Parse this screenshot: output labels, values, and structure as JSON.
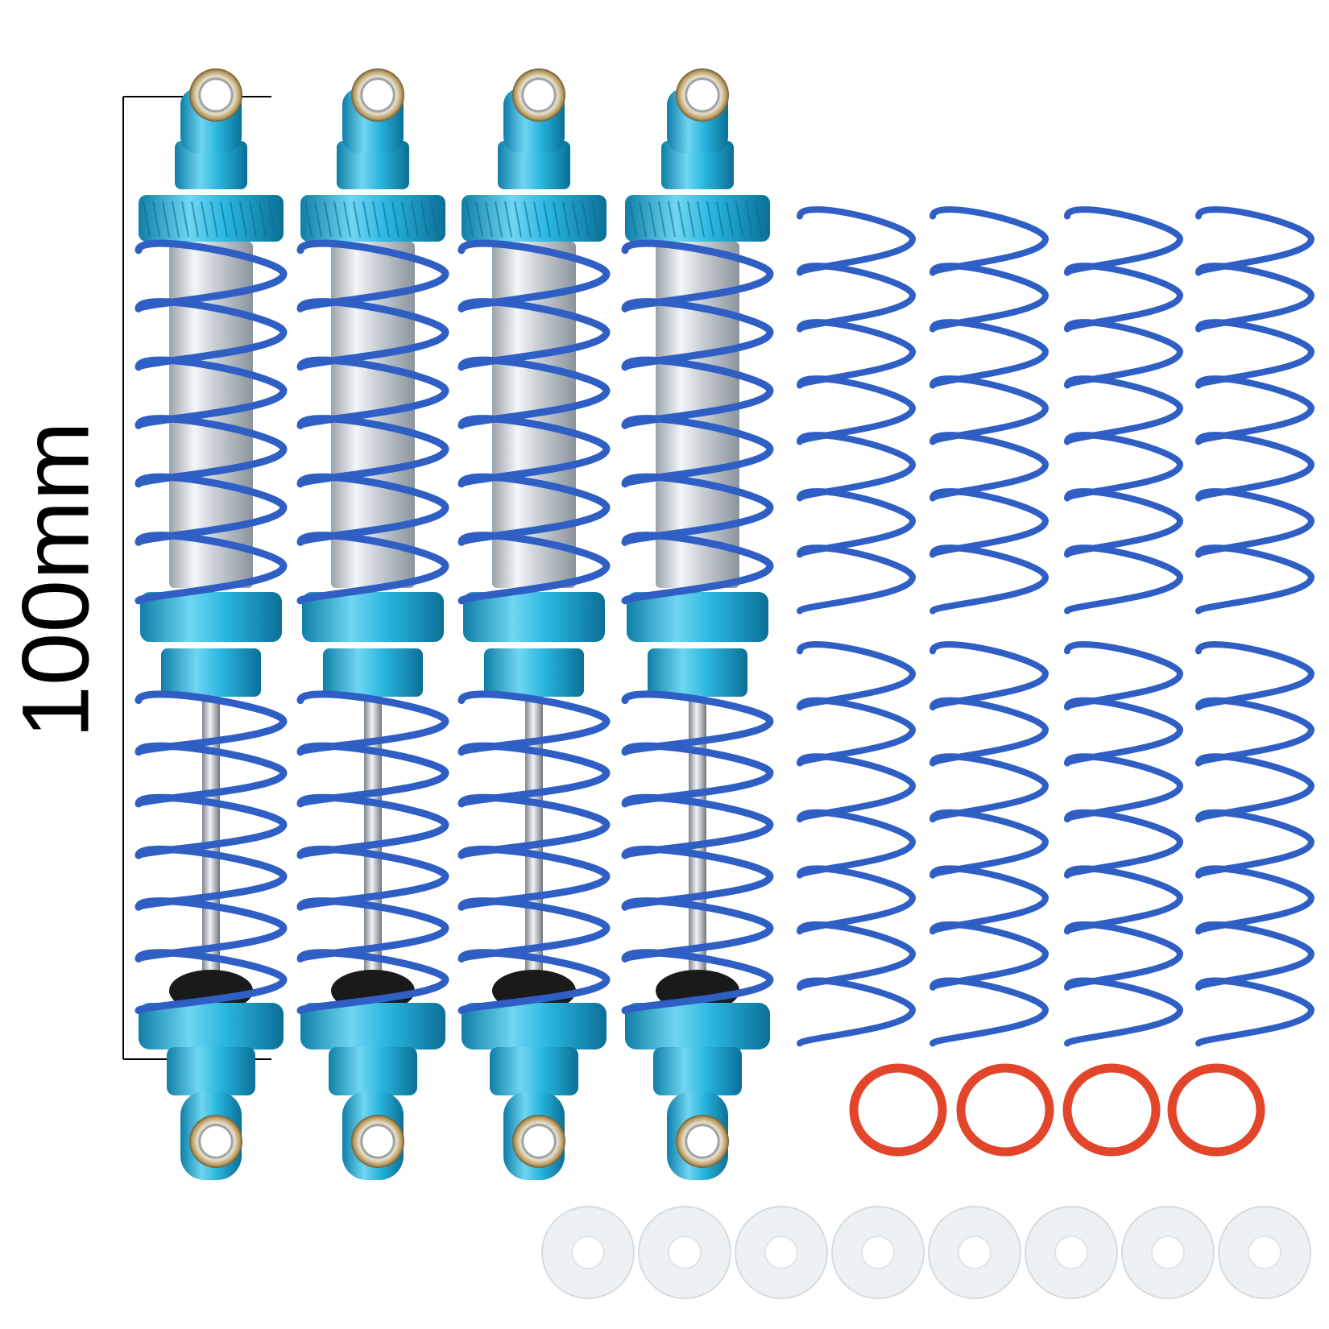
{
  "dimension": {
    "label": "100mm"
  },
  "colors": {
    "anodized_blue": "#29b6de",
    "anodized_blue_dark": "#0f7fa8",
    "spring_blue": "#2f5fc4",
    "silver": "#d9dde2",
    "oring_red": "#e2452a",
    "washer_white": "#eef1f3",
    "bushing_brass": "#b89a5e"
  },
  "products": {
    "shock_absorber_count": 4,
    "spare_spring_count": 8,
    "o_ring_count": 4,
    "washer_count": 8
  }
}
